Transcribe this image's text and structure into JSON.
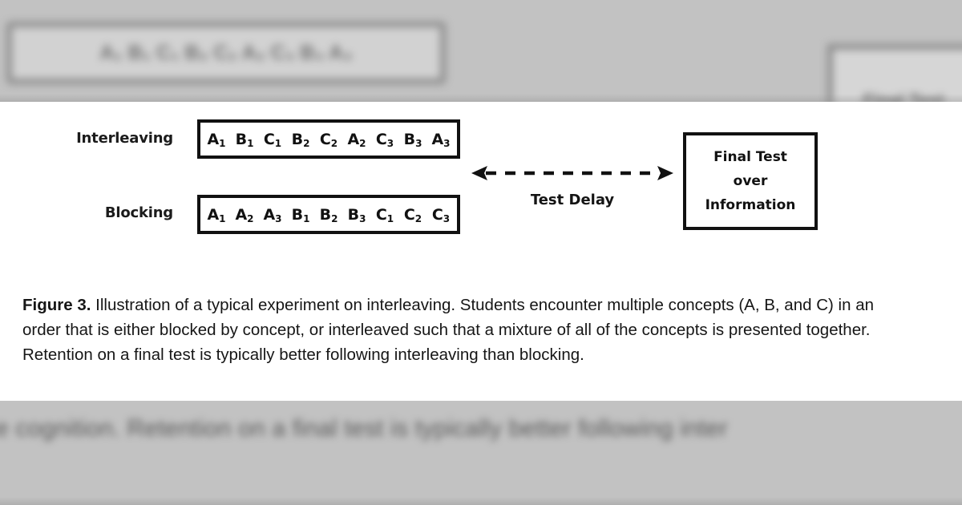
{
  "figure": {
    "rows": [
      {
        "label": "Interleaving",
        "sequence": [
          {
            "letter": "A",
            "index": "1"
          },
          {
            "letter": "B",
            "index": "1"
          },
          {
            "letter": "C",
            "index": "1"
          },
          {
            "letter": "B",
            "index": "2"
          },
          {
            "letter": "C",
            "index": "2"
          },
          {
            "letter": "A",
            "index": "2"
          },
          {
            "letter": "C",
            "index": "3"
          },
          {
            "letter": "B",
            "index": "3"
          },
          {
            "letter": "A",
            "index": "3"
          }
        ]
      },
      {
        "label": "Blocking",
        "sequence": [
          {
            "letter": "A",
            "index": "1"
          },
          {
            "letter": "A",
            "index": "2"
          },
          {
            "letter": "A",
            "index": "3"
          },
          {
            "letter": "B",
            "index": "1"
          },
          {
            "letter": "B",
            "index": "2"
          },
          {
            "letter": "B",
            "index": "3"
          },
          {
            "letter": "C",
            "index": "1"
          },
          {
            "letter": "C",
            "index": "2"
          },
          {
            "letter": "C",
            "index": "3"
          }
        ]
      }
    ],
    "delay_label": "Test Delay",
    "final_box": {
      "line1": "Final Test",
      "line2": "over",
      "line3": "Information"
    },
    "colors": {
      "ink": "#111111",
      "page": "#ffffff",
      "backdrop": "#c2c2c2"
    }
  },
  "caption": {
    "label": "Figure 3.",
    "text": " Illustration of a typical experiment on interleaving. Students encounter multiple concepts (A, B, and C) in an order that is either blocked by concept, or interleaved such that a mixture of all of the concepts is presented together. Retention on a final test is typically better following interleaving than blocking."
  },
  "backdrop": {
    "top_ghost_sequence": "A₁ B₁ C₁ B₂ C₂ A₂ C₃ B₃ A₃",
    "top_ghost_final_box": "Final Test",
    "bottom_ghost_text": "e cognition.  Retention on a final test is typically better following inter"
  }
}
